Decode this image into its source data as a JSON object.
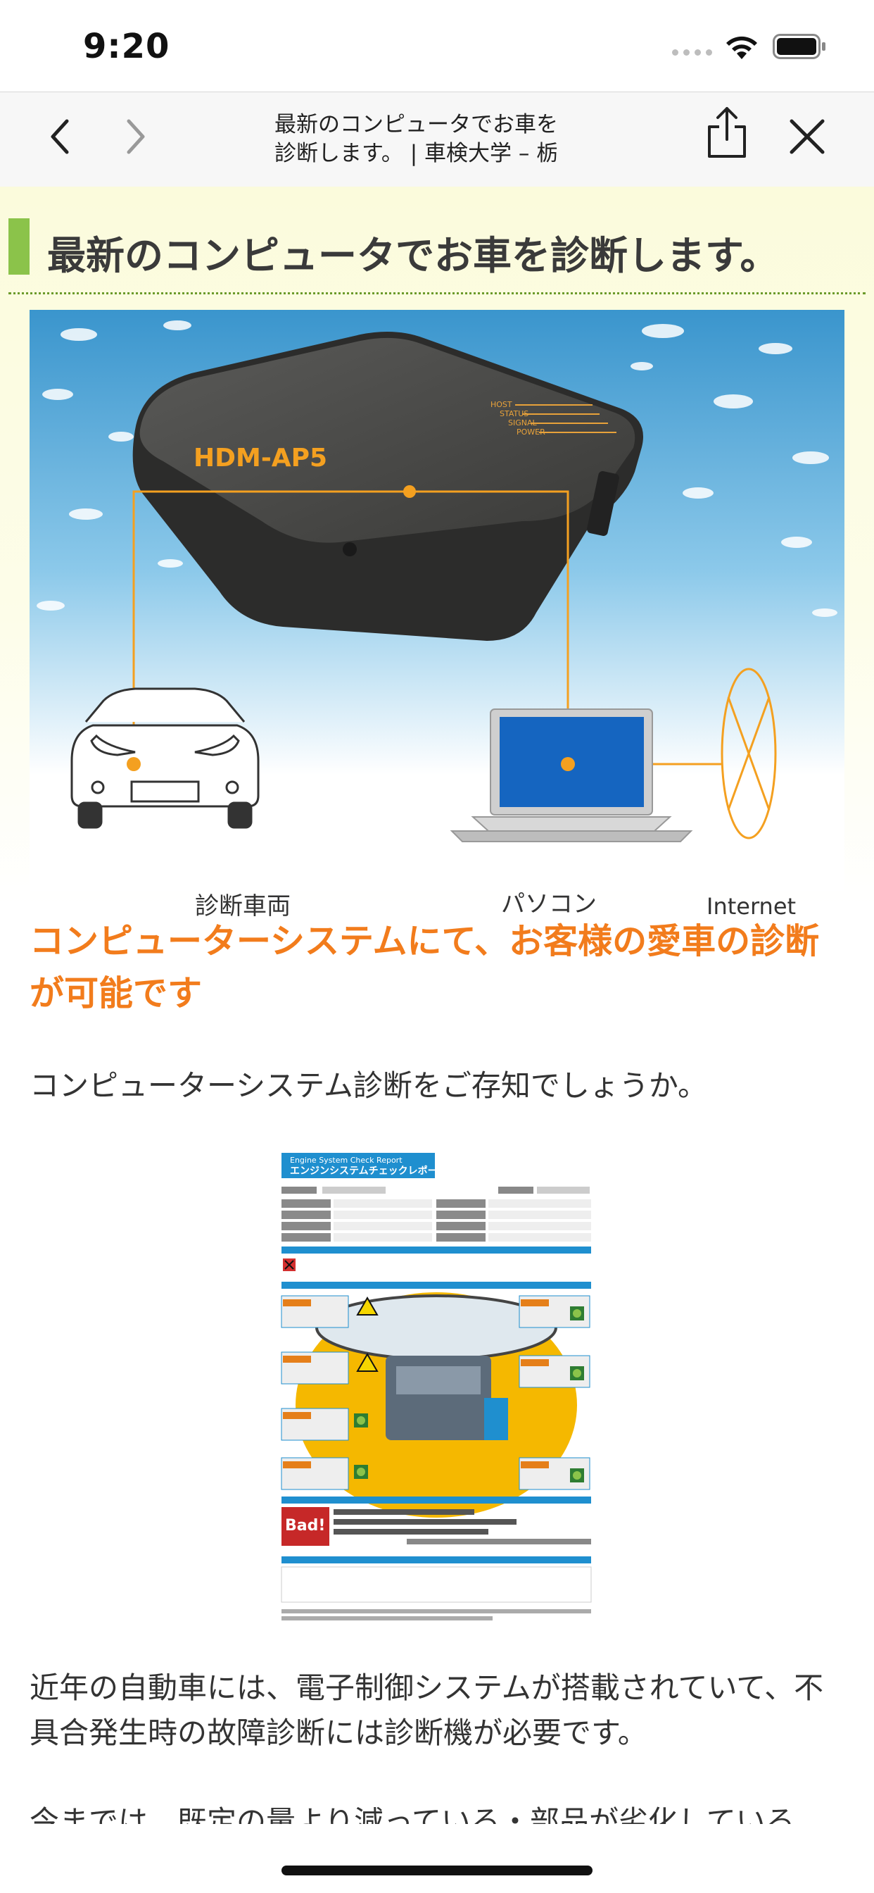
{
  "status_bar": {
    "time": "9:20"
  },
  "browser": {
    "title_line1": "最新のコンピュータでお車を",
    "title_line2": "診断します。 | 車検大学 – 栃"
  },
  "article": {
    "heading": "最新のコンピュータでお車を診断します。",
    "diagram": {
      "device_label": "HDM-AP5",
      "device_leds": [
        "HOST",
        "STATUS",
        "SIGNAL",
        "POWER"
      ],
      "car_label": "診断車両",
      "pc_label": "パソコン",
      "internet_label": "Internet"
    },
    "subheading": "コンピューターシステムにて、お客様の愛車の診断が可能です",
    "para1": "コンピューターシステム診断をご存知でしょうか。",
    "report": {
      "title_en": "Engine System Check Report",
      "title_ja": "エンジンシステムチェックレポート",
      "bad_label": "Bad!"
    },
    "para2": "近年の自動車には、電子制御システムが搭載されていて、不具合発生時の故障診断には診断機が必要です。",
    "para3_partial": "今までは、既定の量より減っている・部品が劣化している"
  },
  "colors": {
    "accent_orange": "#f27c1c",
    "heading_green": "#8bc34a",
    "laptop_screen": "#1565c0"
  }
}
